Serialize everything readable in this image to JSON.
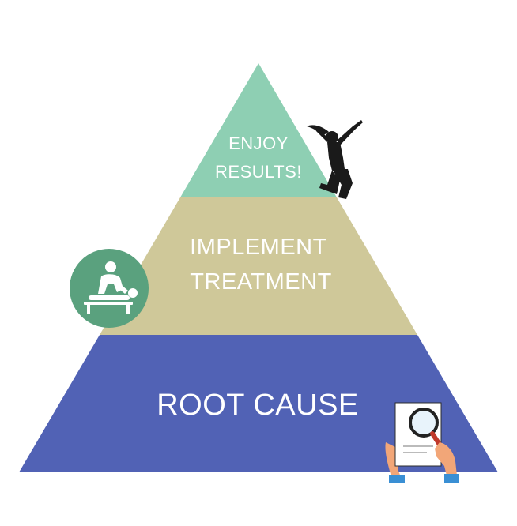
{
  "pyramid": {
    "tiers": [
      {
        "id": "top",
        "lines": [
          "ENJOY",
          "RESULTS!"
        ],
        "color": "#8ecfb3"
      },
      {
        "id": "middle",
        "lines": [
          "IMPLEMENT",
          "TREATMENT"
        ],
        "color": "#cfc899"
      },
      {
        "id": "bottom",
        "lines": [
          "ROOT CAUSE"
        ],
        "color": "#5162b5"
      }
    ]
  },
  "icons": {
    "celebrating_woman": "jumping-woman-silhouette-icon",
    "physio_badge": "massage-therapy-icon",
    "investigation": "magnifying-glass-document-icon"
  },
  "colors": {
    "badge_green": "#5aa17e",
    "silhouette": "#1a1a1a",
    "skin": "#f2a678",
    "sleeve": "#3a8fd4",
    "magnifier_handle": "#c0392b"
  }
}
